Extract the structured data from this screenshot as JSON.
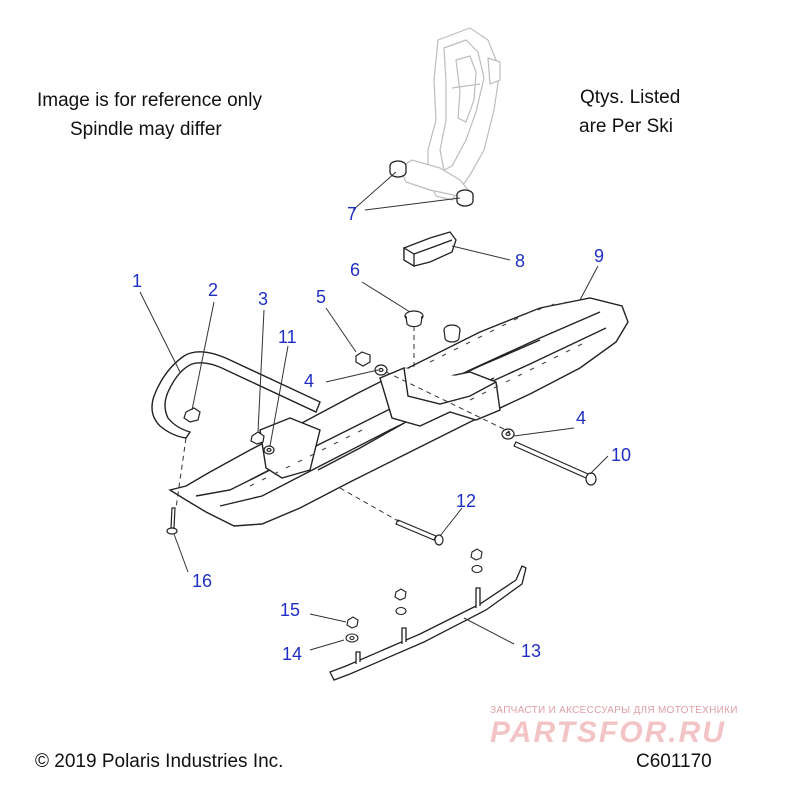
{
  "notes": {
    "reference_line1": "Image is for reference only",
    "reference_line2": "Spindle may differ",
    "qty_line1": "Qtys. Listed",
    "qty_line2": "are Per Ski"
  },
  "callouts": {
    "c1": "1",
    "c2": "2",
    "c3": "3",
    "c4a": "4",
    "c4b": "4",
    "c5": "5",
    "c6": "6",
    "c7": "7",
    "c8": "8",
    "c9": "9",
    "c10": "10",
    "c11": "11",
    "c12": "12",
    "c13": "13",
    "c14": "14",
    "c15": "15",
    "c16": "16"
  },
  "footer": {
    "copyright": "© 2019 Polaris Industries Inc.",
    "diagram_code": "C601170"
  },
  "watermark": {
    "tagline": "ЗАПЧАСТИ И АКСЕССУАРЫ ДЛЯ МОТОТЕХНИКИ",
    "brand": "PARTSFOR.RU"
  },
  "colors": {
    "callout": "#1f2fc4",
    "line": "#333333",
    "watermark": "#f2c4c6"
  }
}
